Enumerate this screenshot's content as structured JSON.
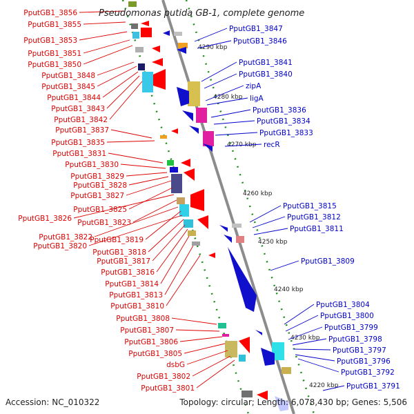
{
  "title": "Pseudomonas putida GB-1, complete genome",
  "footer": {
    "accession": "Accession: NC_010322",
    "summary": "Topology: circular; Length: 6,078,430 bp; Genes: 5,506"
  },
  "colors": {
    "left_labels": "#dd0000",
    "right_labels": "#0000cc",
    "backbone": "#888888",
    "dashes": "#1a8c1a"
  },
  "kbp_ticks": [
    "4290 kbp",
    "4280 kbp",
    "4270 kbp",
    "4260 kbp",
    "4250 kbp",
    "4240 kbp",
    "4230 kbp",
    "4220 kbp"
  ],
  "left_labels": [
    "PputGB1_3856",
    "PputGB1_3855",
    "PputGB1_3853",
    "PputGB1_3851",
    "PputGB1_3850",
    "PputGB1_3848",
    "PputGB1_3845",
    "PputGB1_3844",
    "PputGB1_3843",
    "PputGB1_3842",
    "PputGB1_3837",
    "PputGB1_3835",
    "PputGB1_3831",
    "PputGB1_3830",
    "PputGB1_3829",
    "PputGB1_3828",
    "PputGB1_3827",
    "PputGB1_3825",
    "PputGB1_3826",
    "PputGB1_3823",
    "PputGB1_3822",
    "PputGB1_3819",
    "PputGB1_3820",
    "PputGB1_3818",
    "PputGB1_3817",
    "PputGB1_3816",
    "PputGB1_3814",
    "PputGB1_3813",
    "PputGB1_3810",
    "PputGB1_3808",
    "PputGB1_3807",
    "PputGB1_3806",
    "PputGB1_3805",
    "dsbG",
    "PputGB1_3802",
    "PputGB1_3801"
  ],
  "right_labels": [
    "PputGB1_3847",
    "PputGB1_3846",
    "PputGB1_3841",
    "PputGB1_3840",
    "zipA",
    "ligA",
    "PputGB1_3836",
    "PputGB1_3834",
    "PputGB1_3833",
    "recR",
    "PputGB1_3815",
    "PputGB1_3812",
    "PputGB1_3811",
    "PputGB1_3809",
    "PputGB1_3804",
    "PputGB1_3800",
    "PputGB1_3799",
    "PputGB1_3798",
    "PputGB1_3797",
    "PputGB1_3796",
    "PputGB1_3792",
    "PputGB1_3791"
  ]
}
